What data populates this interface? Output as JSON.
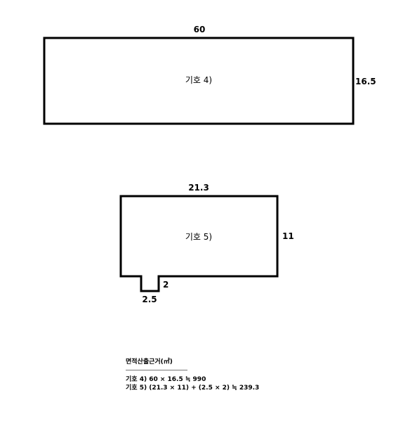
{
  "shape4": {
    "label": "기호 4)",
    "width_label": "60",
    "height_label": "16.5"
  },
  "shape5": {
    "label": "기호 5)",
    "width_label": "21.3",
    "height_label": "11",
    "notch_width_label": "2.5",
    "notch_height_label": "2"
  },
  "calculation": {
    "title": "면적산출근거(㎡)",
    "lines": [
      "기호 4) 60 × 16.5 ≒ 990",
      "기호 5) (21.3 × 11) + (2.5 × 2) ≒ 239.3"
    ]
  }
}
